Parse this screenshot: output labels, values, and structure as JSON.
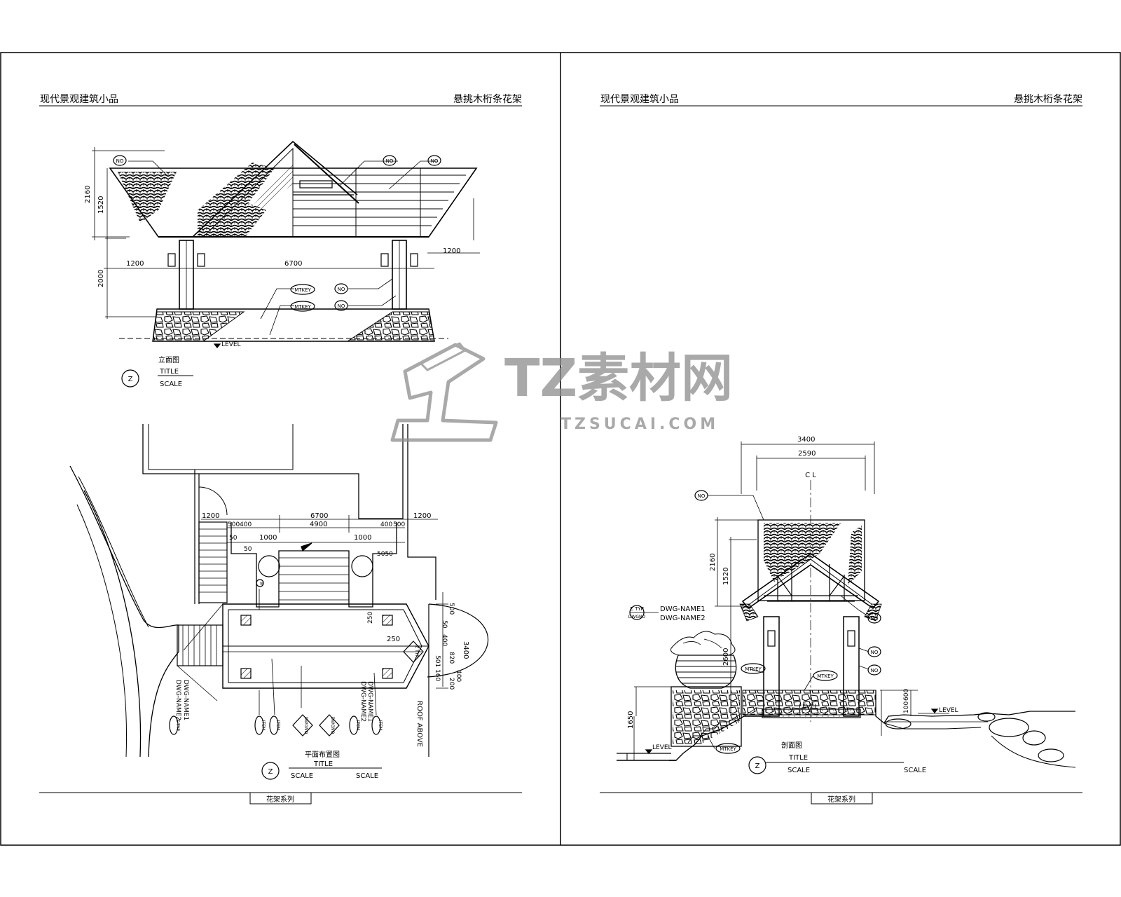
{
  "sheets": [
    {
      "header_left": "现代景观建筑小品",
      "header_right": "悬挑木桁条花架",
      "footer": "花架系列"
    },
    {
      "header_left": "现代景观建筑小品",
      "header_right": "悬挑木桁条花架",
      "footer": "花架系列"
    }
  ],
  "elevation": {
    "title_cn": "立面图",
    "title": "TITLE",
    "scale": "SCALE",
    "symbol": "Z",
    "dims": {
      "h_total": "2160",
      "h_roof": "1520",
      "h_col": "2000",
      "span_left": "1200",
      "span_mid": "6700",
      "span_right": "1200"
    },
    "tags": {
      "no": "NO",
      "mtkey": "MTKEY"
    },
    "level": "LEVEL"
  },
  "plan": {
    "title_cn": "平面布置图",
    "title": "TITLE",
    "scale_1": "SCALE",
    "scale_2": "SCALE",
    "symbol": "Z",
    "dims": {
      "left": "1200",
      "mid": "6700",
      "right": "1200",
      "inner": "4900",
      "d500a": "500",
      "d400a": "400",
      "d1000a": "1000",
      "d1000b": "1000",
      "d400b": "400",
      "d500b": "500",
      "d50a": "50",
      "d50b": "50",
      "d5050": "5050",
      "d250a": "250",
      "d250b": "250",
      "v3400": "3400",
      "v820": "820",
      "v400": "400",
      "v500": "500",
      "v160": "160",
      "v50": "50",
      "v400b": "400",
      "v200": "200",
      "v501": "501"
    },
    "roof_above": "ROOF ABOVE",
    "dwg1": "DWG-NAME1",
    "dwg2": "DWG-NAME2",
    "tag_w": "W",
    "tag_z": "Z TYP.",
    "tag_dwgno": "DWGNO",
    "tag_item": "ITEM"
  },
  "section": {
    "title_cn": "剖面图",
    "title": "TITLE",
    "scale_1": "SCALE",
    "scale_2": "SCALE",
    "symbol": "Z",
    "dims": {
      "w_total": "3400",
      "w_inner": "2590",
      "h_total": "2160",
      "h_roof": "1520",
      "h_col": "2600",
      "h_wall": "1650",
      "h_pond": "600",
      "h_water": "100"
    },
    "cl": "C L",
    "tag_no": "NO",
    "tag_mtkey": "MTKEY",
    "typ": "Z TYP",
    "dwgno": "DWGNO",
    "dwg1": "DWG-NAME1",
    "dwg2": "DWG-NAME2",
    "level_1": "LEVEL",
    "level_2": "LEVEL",
    "level_3": "LEVEL"
  },
  "watermark": {
    "brand": "TZ素材网",
    "url": "TZSUCAI.COM"
  }
}
